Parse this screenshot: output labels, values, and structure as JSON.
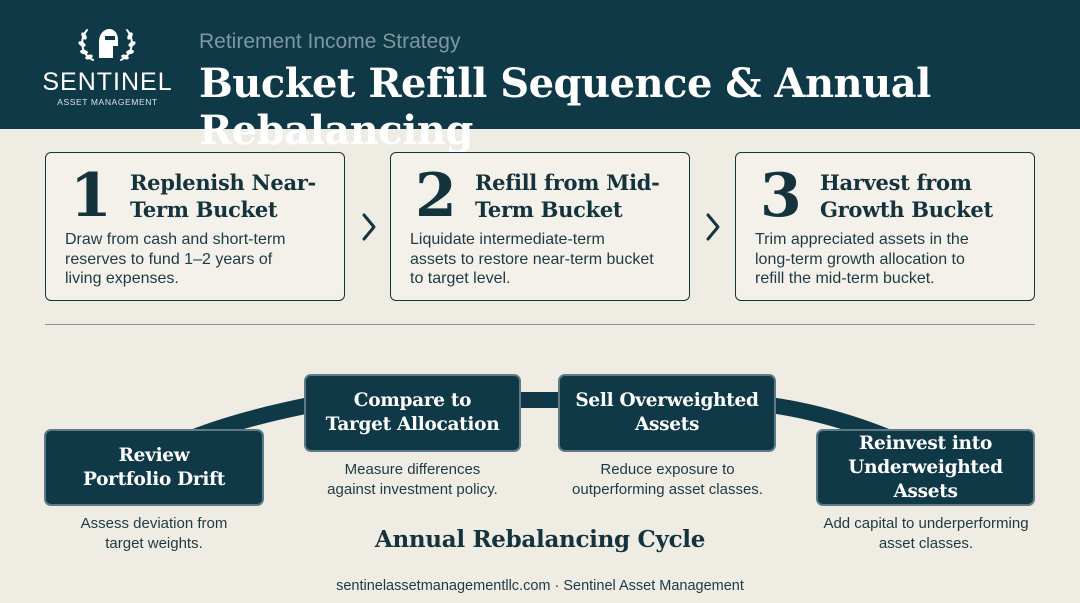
{
  "header": {
    "logo_name": "SENTINEL",
    "logo_sub": "ASSET MANAGEMENT",
    "subtitle": "Retirement Income Strategy",
    "title": "Bucket Refill Sequence & Annual Rebalancing"
  },
  "steps": [
    {
      "number": "1",
      "title_line1": "Replenish Near-",
      "title_line2": "Term Bucket",
      "desc_lines": [
        "Draw from cash and short-term",
        "reserves to fund 1–2 years of",
        "living expenses."
      ]
    },
    {
      "number": "2",
      "title_line1": "Refill from Mid-",
      "title_line2": "Term Bucket",
      "desc_lines": [
        "Liquidate intermediate-term",
        "assets to restore near-term bucket",
        "to target level."
      ]
    },
    {
      "number": "3",
      "title_line1": "Harvest from",
      "title_line2": "Growth Bucket",
      "desc_lines": [
        "Trim appreciated assets in the",
        "long-term growth allocation to",
        "refill the mid-term bucket."
      ]
    }
  ],
  "cycle": {
    "label": "Annual Rebalancing Cycle",
    "nodes": [
      {
        "line1": "Review",
        "line2": "Portfolio Drift",
        "caption_lines": [
          "Assess deviation from",
          "target weights."
        ]
      },
      {
        "line1": "Compare to",
        "line2": "Target Allocation",
        "caption_lines": [
          "Measure differences",
          "against investment policy."
        ]
      },
      {
        "line1": "Sell Overweighted",
        "line2": "Assets",
        "caption_lines": [
          "Reduce exposure to",
          "outperforming asset classes."
        ]
      },
      {
        "line1": "Reinvest into",
        "line2": "Underweighted Assets",
        "caption_lines": [
          "Add capital to underperforming",
          "asset classes."
        ]
      }
    ]
  },
  "footer": "sentinelassetmanagementllc.com · Sentinel Asset Management",
  "colors": {
    "header_bg": "#0f3946",
    "page_bg": "#efece4",
    "node_bg": "#0f3946",
    "text_dark": "#14333d"
  },
  "icons": [
    "laurel-helmet-logo-icon",
    "chevron-right-icon",
    "chevron-right-icon"
  ]
}
